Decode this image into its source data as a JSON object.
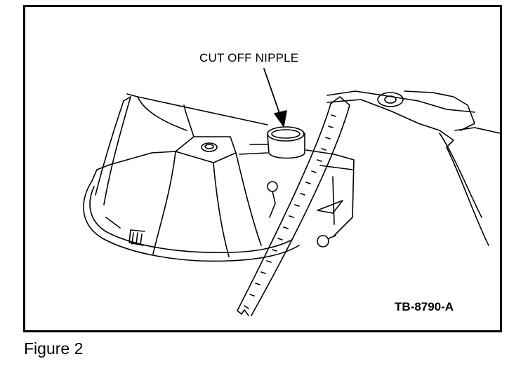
{
  "figure": {
    "callout_label": "CUT OFF NIPPLE",
    "drawing_code": "TB-8790-A",
    "caption": "Figure 2"
  }
}
